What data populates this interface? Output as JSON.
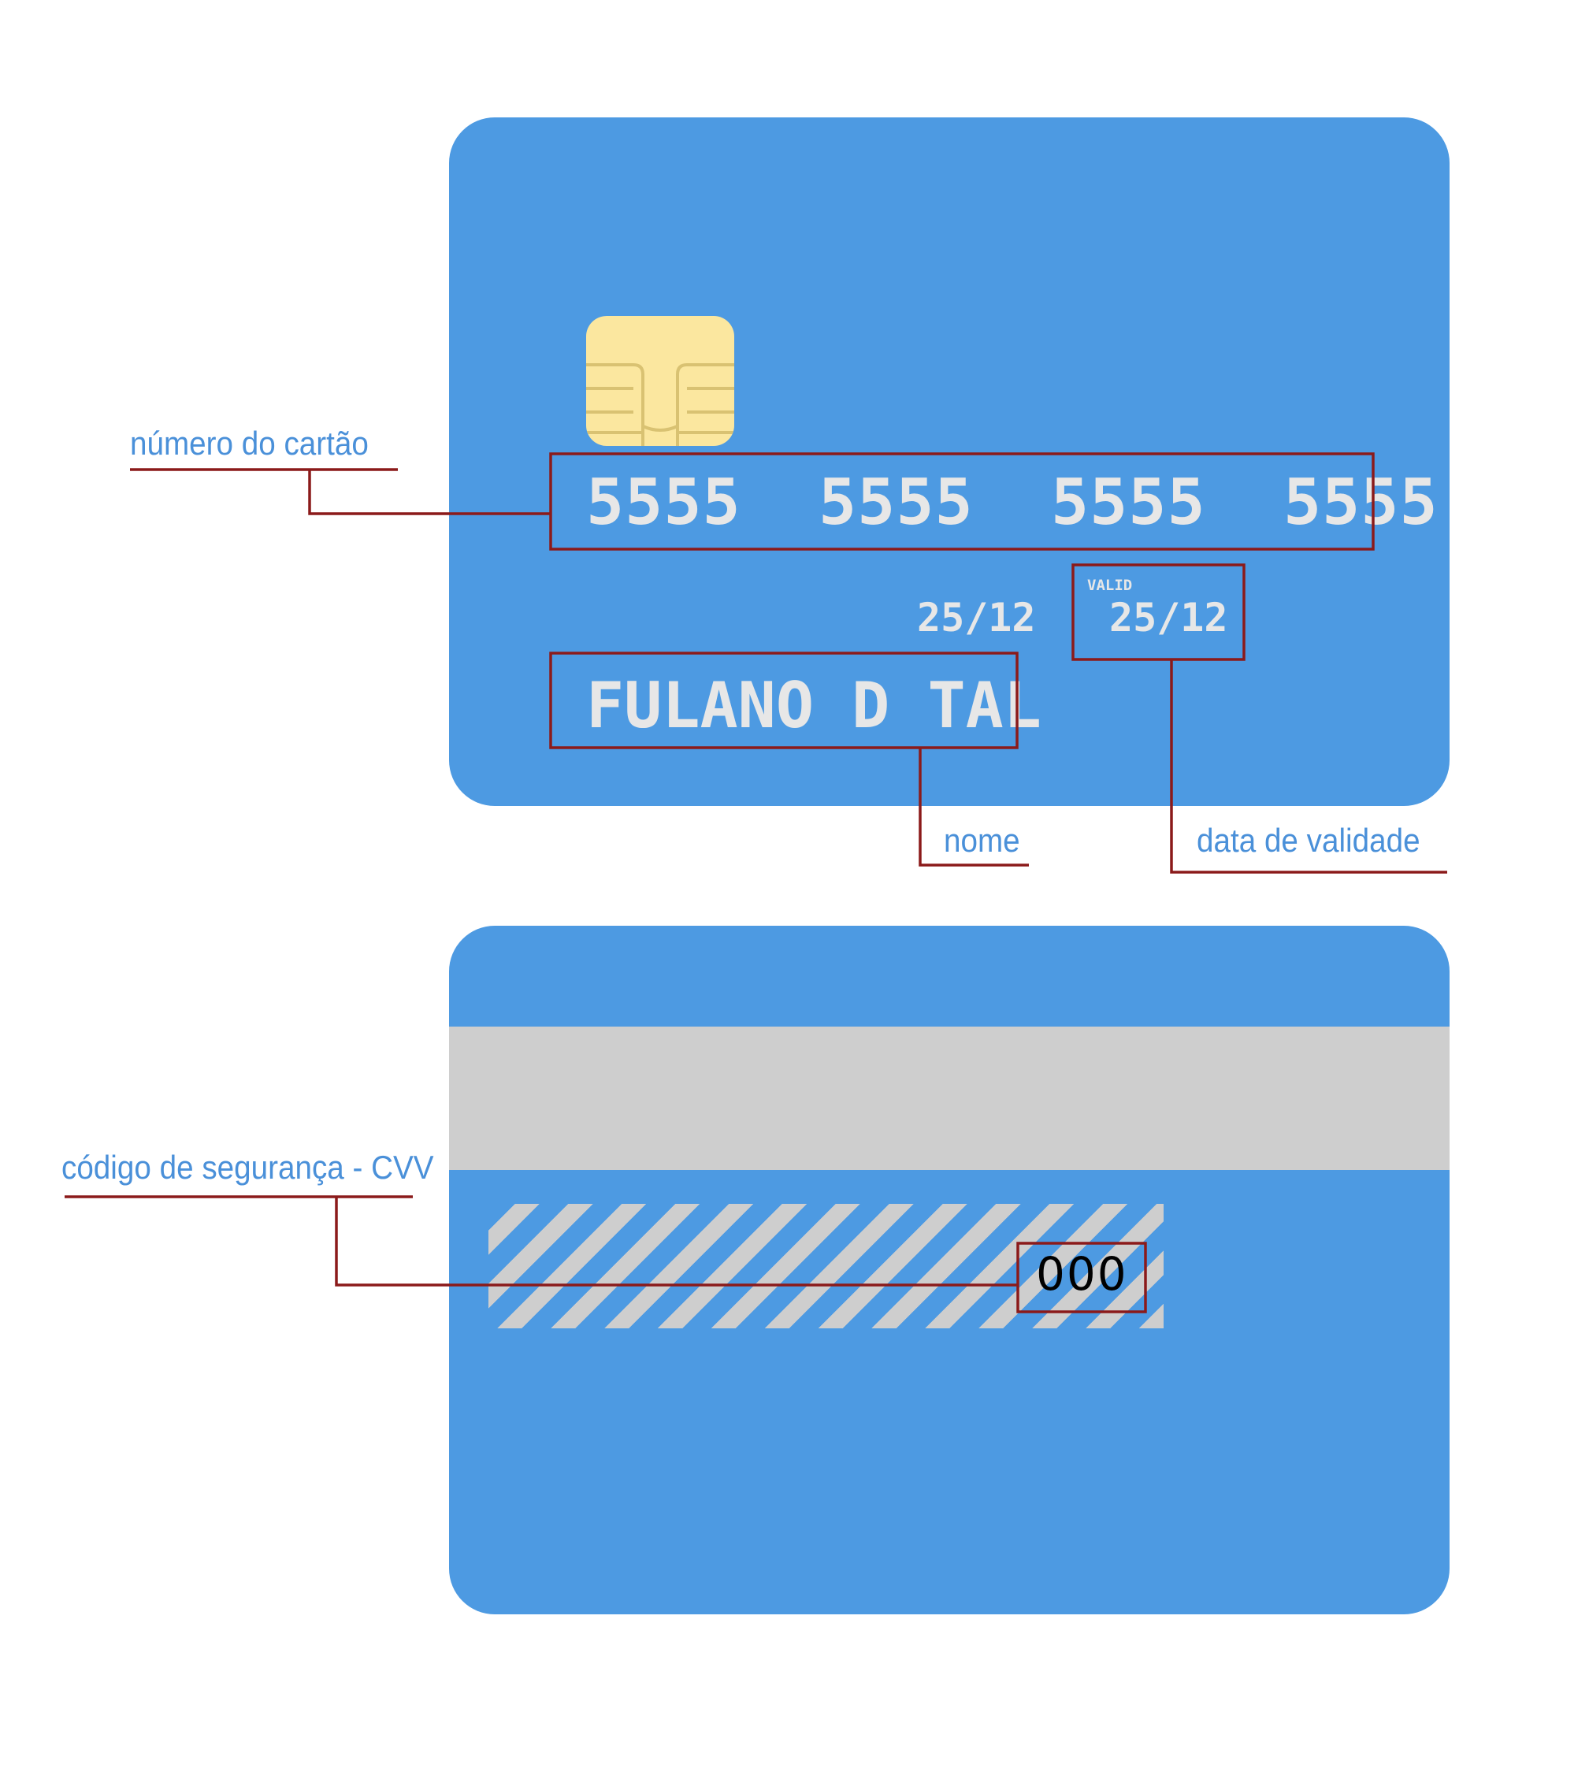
{
  "front": {
    "card_number_groups": [
      "5555",
      "5555",
      "5555",
      "5555"
    ],
    "card_number": "5555  5555  5555  5555",
    "date_left": "25/12",
    "valid_label": "VALID",
    "valid_date": "25/12",
    "holder_name": "FULANO D TAL"
  },
  "back": {
    "cvv": "000"
  },
  "labels": {
    "card_number": "número do cartão",
    "name": "nome",
    "validity": "data de validade",
    "cvv": "código de segurança - CVV"
  },
  "colors": {
    "card": "#4d9ae2",
    "chip": "#fbe79f",
    "emboss": "#e7e7e7",
    "magnetic_stripe": "#cecece",
    "leader_line": "#8b1a1a",
    "label_text": "#4a90d9"
  }
}
